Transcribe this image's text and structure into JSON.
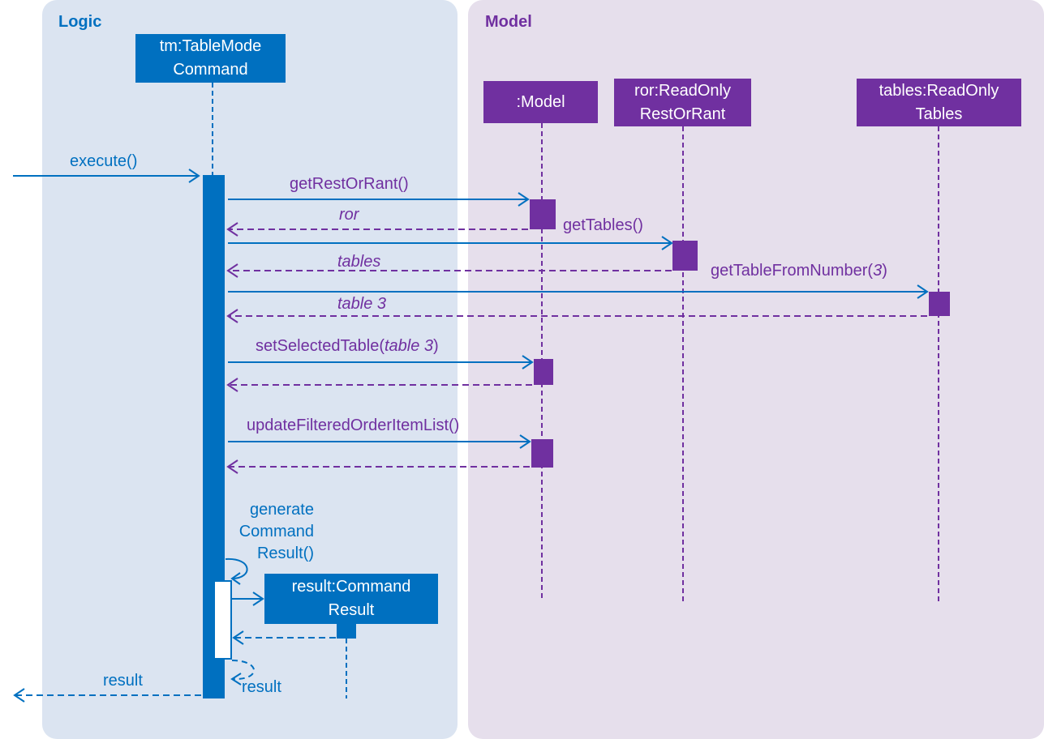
{
  "colors": {
    "logic": "#0070c0",
    "model": "#7030a0",
    "logic_bg": "#dbe4f1",
    "model_bg": "#e6dfec"
  },
  "panels": {
    "logic_title": "Logic",
    "model_title": "Model"
  },
  "participants": {
    "command": {
      "line1": "tm:TableMode",
      "line2": "Command"
    },
    "model": {
      "line1": ":Model"
    },
    "ror": {
      "line1": "ror:ReadOnly",
      "line2": "RestOrRant"
    },
    "tables": {
      "line1": "tables:ReadOnly",
      "line2": "Tables"
    },
    "result": {
      "line1": "result:Command",
      "line2": "Result"
    }
  },
  "messages": {
    "execute": "execute()",
    "get_rest_or_rant": "getRestOrRant()",
    "ror_return": "ror",
    "get_tables": "getTables()",
    "tables_return": "tables",
    "get_table_prefix": "getTableFromNumber(",
    "get_table_arg": "3",
    "get_table_suffix": ")",
    "table3_return": "table 3",
    "set_selected_prefix": "setSelectedTable(",
    "set_selected_arg": "table 3",
    "set_selected_suffix": ")",
    "update_filtered": "updateFilteredOrderItemList()",
    "generate_line1": "generate",
    "generate_line2": "Command",
    "generate_line3": "Result()",
    "result_self_return": "result",
    "result_final_return": "result"
  }
}
